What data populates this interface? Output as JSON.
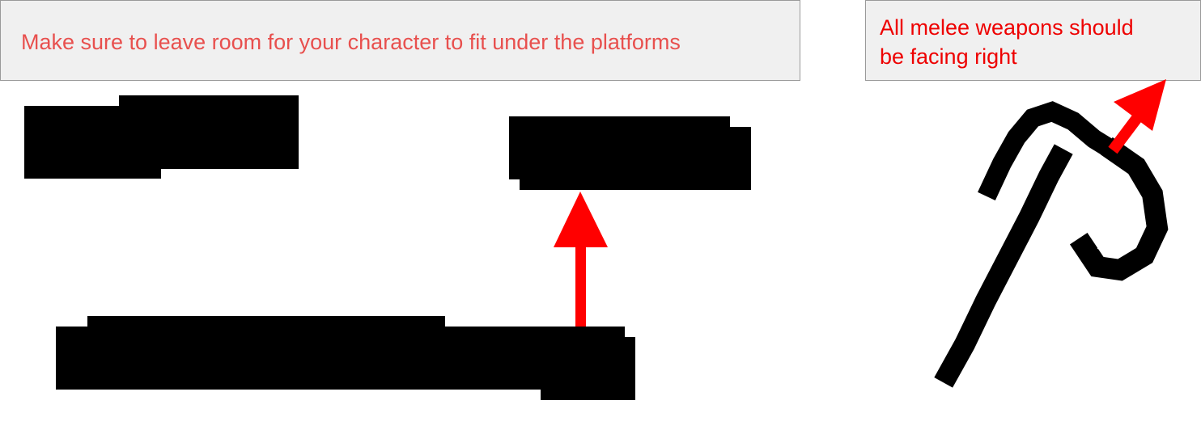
{
  "notes": {
    "platforms": {
      "text": "Make sure to leave room for your character to fit under the platforms",
      "text_color": "#e8504e",
      "background": "#f0f0f0"
    },
    "weapons": {
      "text_line1": "All melee weapons should",
      "text_line2": "be facing right",
      "text_color": "#ee0000",
      "background": "#f0f0f0"
    }
  },
  "colors": {
    "platform": "#000000",
    "arrow": "#ff0000",
    "weapon": "#000000"
  },
  "items": {
    "platforms": [
      "platform-upper-left",
      "platform-upper-right",
      "platform-lower"
    ],
    "weapon_icon": "pickaxe-icon",
    "arrows": [
      "arrow-up",
      "arrow-to-note"
    ]
  }
}
